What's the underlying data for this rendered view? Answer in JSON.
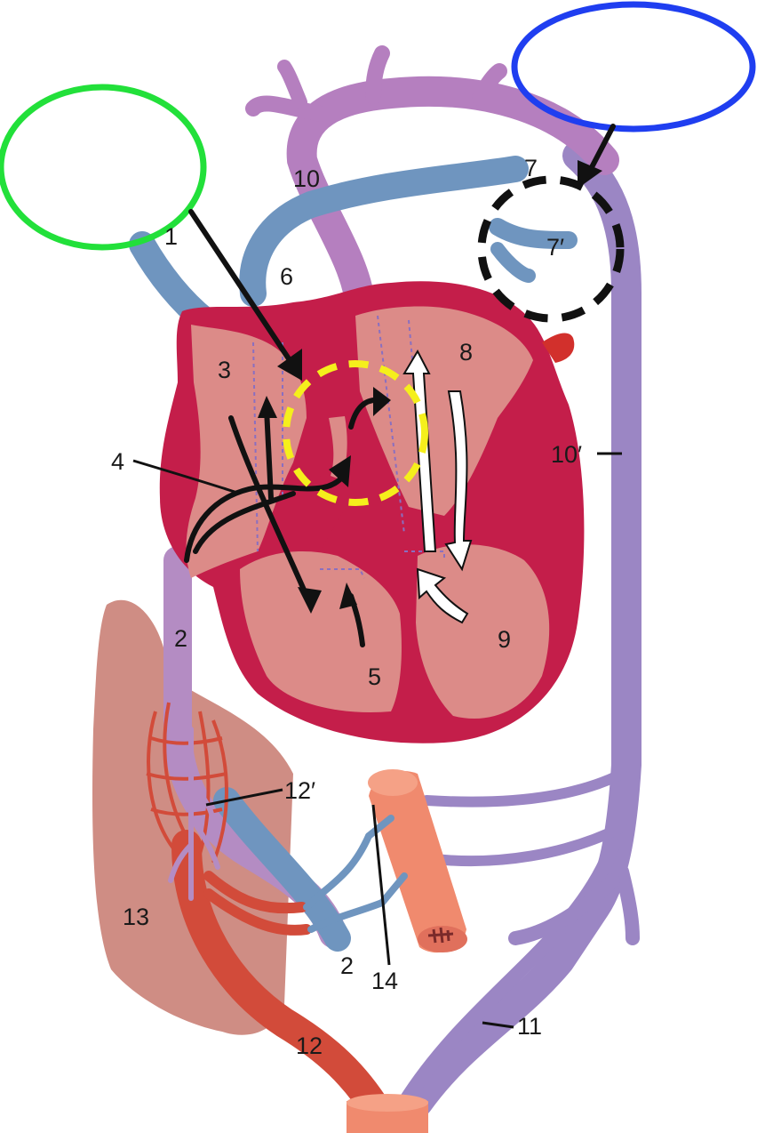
{
  "diagram": {
    "colors": {
      "artery_purple": "#b57fbf",
      "vein_lavender": "#9b86c4",
      "vessel_blue": "#6f95bf",
      "heart_wall": "#c41e4a",
      "heart_chamber": "#dc8b88",
      "placenta_red": "#d24b3a",
      "liver": "#cf8d84",
      "muscle": "#f08a6e",
      "annotation_green": "#22e03a",
      "annotation_blue": "#1f3ef0",
      "annotation_yellow": "#f5ef1c",
      "annotation_black": "#111111"
    },
    "labels": {
      "l1": "1",
      "l2a": "2",
      "l2b": "2",
      "l3": "3",
      "l4": "4",
      "l5": "5",
      "l6": "6",
      "l7": "7",
      "l7p": "7′",
      "l8": "8",
      "l9": "9",
      "l10": "10",
      "l10p": "10′",
      "l11": "11",
      "l12": "12",
      "l12p": "12′",
      "l13": "13",
      "l14": "14"
    }
  }
}
